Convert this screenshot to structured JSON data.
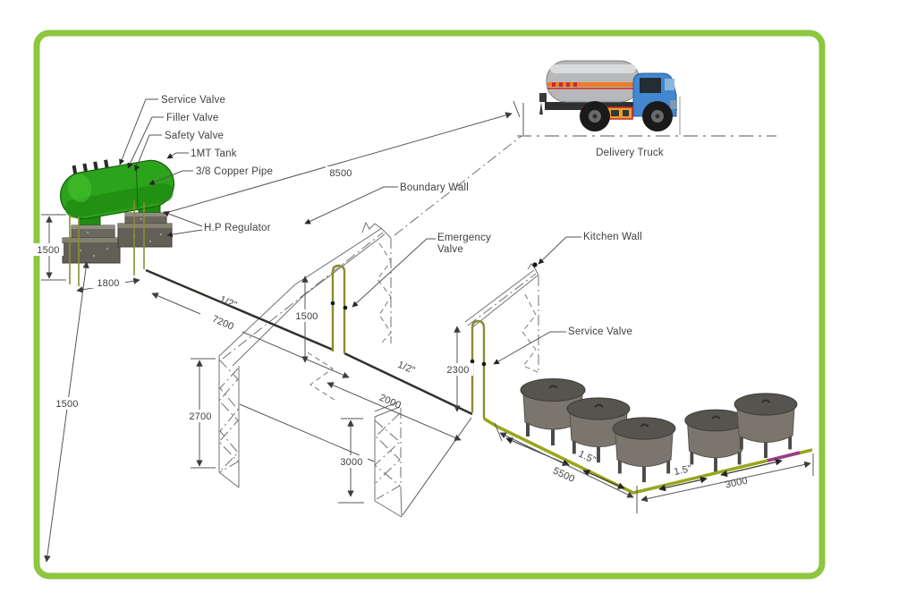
{
  "colors": {
    "frame": "#8dc63f",
    "tank_green": "#2ba31b",
    "tank_green_dark": "#1f8911",
    "pipe_olive": "#8c8c33",
    "pipe_floor_green": "#9aa61c",
    "pipe_dark": "#30302a",
    "pipe_magenta": "#993d8c",
    "pot_body": "#7a766e",
    "pot_lid": "#56544e",
    "truck_cab": "#4287cf",
    "truck_tank": "#b6b8ba",
    "truck_stripe": "#ef7b25",
    "line": "#55565a",
    "text": "#3f4041"
  },
  "tank_area": {
    "service_valve": "Service Valve",
    "filler_valve": "Filler Valve",
    "safety_valve": "Safety Valve",
    "tank_label": "1MT Tank",
    "copper_pipe": "3/8 Copper Pipe",
    "hp_regulator": "H.P Regulator",
    "height_dim": "1500",
    "base_dim": "1800",
    "drop_dim": "1500"
  },
  "truck_area": {
    "label": "Delivery Truck",
    "distance_dim": "8500"
  },
  "walls": {
    "boundary_label": "Boundary Wall",
    "kitchen_label": "Kitchen Wall",
    "boundary_height_dim": "2700",
    "inner_wall_height_dim": "3000",
    "wall_gap_dim": "2000"
  },
  "valves": {
    "emergency_line1": "Emergency",
    "emergency_line2": "Valve",
    "service_label": "Service Valve"
  },
  "pipe_run": {
    "main_length_dim": "7200",
    "main_size": "1/2\"",
    "second_size": "1/2\"",
    "riser_height_dim": "1500",
    "kitchen_riser_dim": "2300",
    "pot_row_left_dim": "5500",
    "pot_row_right_dim": "3000",
    "branch_size_left": "1.5\"",
    "branch_size_right": "1.5\""
  }
}
